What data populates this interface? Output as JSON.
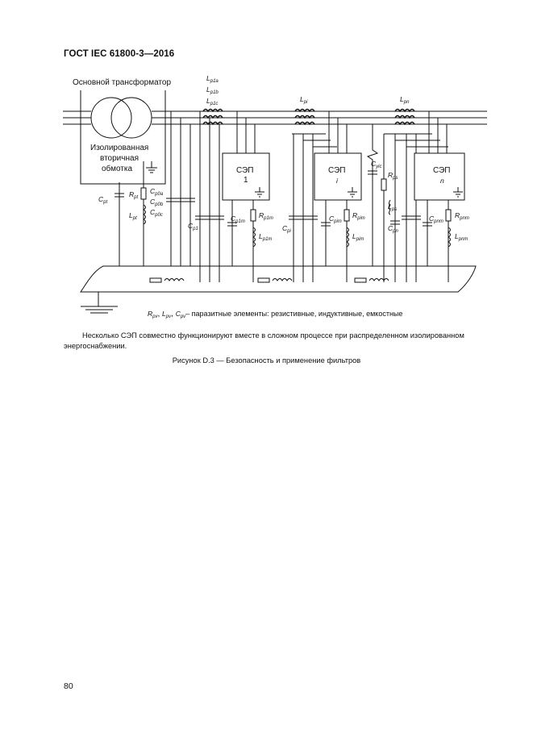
{
  "header": {
    "standard": "ГОСТ IEC 61800-3—2016"
  },
  "figure": {
    "transformer_label": "Основной трансформатор",
    "secondary_line1": "Изолированная",
    "secondary_line2": "вторичная",
    "secondary_line3": "обмотка",
    "sep_label": "СЭП",
    "sep1_index": "1",
    "sepi_index": "i",
    "sepn_index": "n",
    "parasitic_note": "– паразитные элементы: резистивные, индуктивные, емкостные",
    "labels": {
      "L": "L",
      "C": "C",
      "R": "R",
      "p1a": "p1a",
      "p1b": "p1b",
      "p1c": "p1c",
      "pi": "pi",
      "pn": "pn",
      "pt": "pt",
      "p0a": "p0a",
      "p0b": "p0b",
      "p0c": "p0c",
      "p1": "p1",
      "p1m": "p1m",
      "pim": "pim",
      "ps": "ps",
      "yic": "yic",
      "pnm": "pnm",
      "pv": "pv"
    }
  },
  "body_text": "Несколько СЭП совместно функционируют вместе в сложном процессе при распределенном изолированном энергоснабжении.",
  "caption": "Рисунок D.3 — Безопасность и применение фильтров",
  "page_number": "80"
}
